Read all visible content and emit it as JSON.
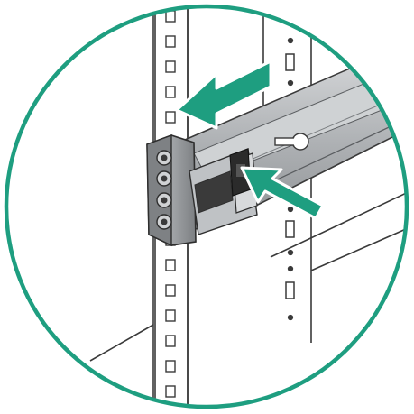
{
  "figure": {
    "kind": "rack-rail-installation-callout",
    "accent_color": "#1e9e80",
    "line_color": "#3a3a3a",
    "rail_color": "#b9bcbf",
    "rail_dark_color": "#6f7275",
    "bracket_color": "#8c8f92",
    "latch_color": "#2b2b2b",
    "arrows": [
      {
        "name": "push-rail-left-arrow",
        "direction": "left"
      },
      {
        "name": "press-latch-arrow",
        "direction": "up-left"
      }
    ],
    "icons": [
      "magnifier-circle",
      "rack-post",
      "slide-rail",
      "mounting-bracket",
      "release-latch"
    ]
  }
}
